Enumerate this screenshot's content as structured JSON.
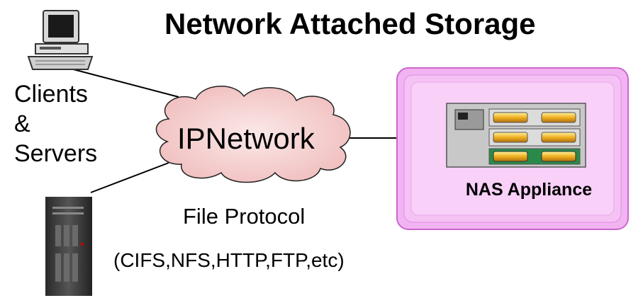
{
  "title": "Network Attached Storage",
  "clients_label": [
    "Clients",
    "&",
    "Servers"
  ],
  "network_label": "IPNetwork",
  "nas_label": "NAS Appliance",
  "protocol_label": "File Protocol",
  "protocol_list": "(CIFS,NFS,HTTP,FTP,etc)",
  "colors": {
    "nas_box": "#f2b3f2",
    "nas_border": "#cc66cc",
    "cloud_fill": "#f7d6d6",
    "drive_gold": "#f0b020",
    "drive_green": "#2a8a4a",
    "tower": "#3a3a3a"
  },
  "icons": {
    "client": "desktop-computer-icon",
    "server": "tower-server-icon",
    "network": "cloud-icon",
    "nas": "storage-appliance-icon"
  }
}
